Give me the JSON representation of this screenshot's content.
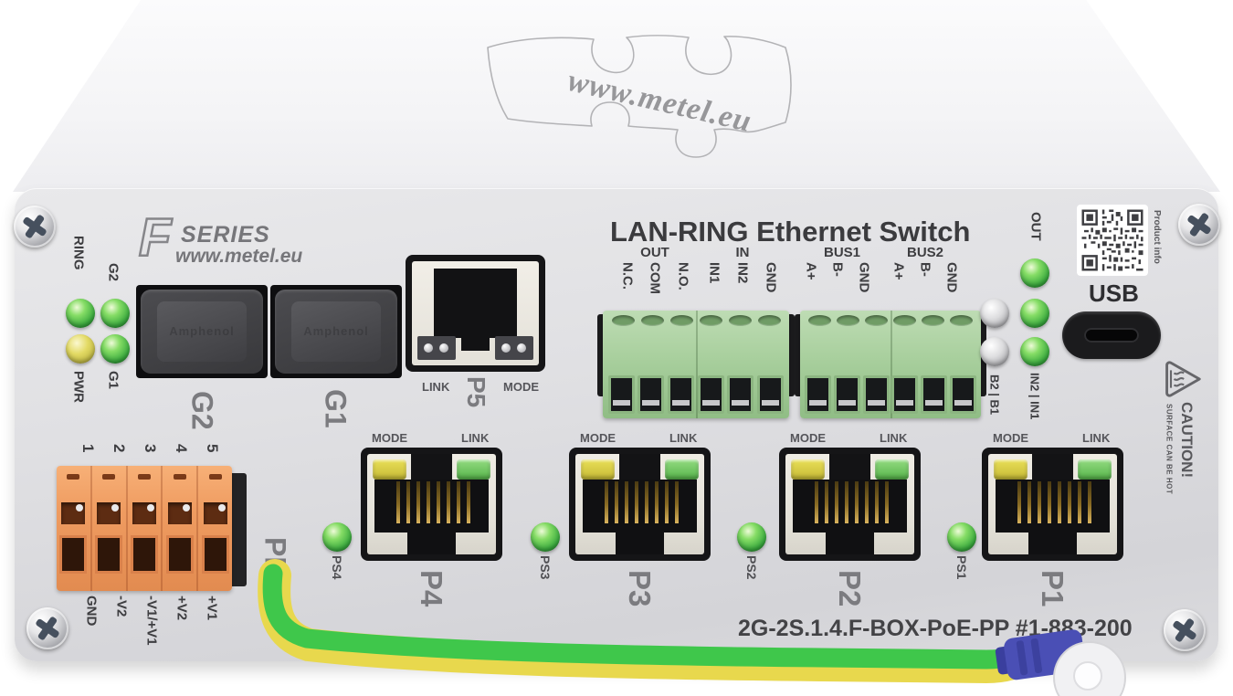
{
  "brand": {
    "top_logo": "www.metel.eu",
    "letter": "F",
    "series": "SERIES",
    "url": "www.metel.eu"
  },
  "title": "LAN-RING Ethernet Switch",
  "model": "2G-2S.1.4.F-BOX-PoE-PP  #1-883-200",
  "status_leds": {
    "ring": "RING",
    "g2": "G2",
    "pwr": "PWR",
    "g1": "G1"
  },
  "sfp": {
    "g2": "G2",
    "g1": "G1",
    "cover_text": "Amphenol"
  },
  "p5": {
    "label": "P5",
    "link": "LINK",
    "mode": "MODE"
  },
  "io": {
    "groups": [
      {
        "name": "OUT",
        "pins": [
          "N.C.",
          "COM",
          "N.O."
        ]
      },
      {
        "name": "IN",
        "pins": [
          "IN1",
          "IN2",
          "GND"
        ]
      },
      {
        "name": "BUS1",
        "pins": [
          "A+",
          "B-",
          "GND"
        ]
      },
      {
        "name": "BUS2",
        "pins": [
          "A+",
          "B-",
          "GND"
        ]
      }
    ]
  },
  "right_leds": {
    "out": "OUT",
    "left_col": "B2 | B1",
    "right_col": "IN2 | IN1"
  },
  "qr_label": "Product info",
  "usb_label": "USB",
  "caution": {
    "title": "CAUTION!",
    "sub": "SURFACE CAN BE HOT"
  },
  "power": {
    "pins": [
      "1",
      "2",
      "3",
      "4",
      "5"
    ],
    "labels": [
      "GND",
      "-V2",
      "-V1/+V1",
      "+V2",
      "+V1"
    ],
    "pe": "PE"
  },
  "ports": [
    {
      "label": "P4",
      "ps": "PS4",
      "mode": "MODE",
      "link": "LINK"
    },
    {
      "label": "P3",
      "ps": "PS3",
      "mode": "MODE",
      "link": "LINK"
    },
    {
      "label": "P2",
      "ps": "PS2",
      "mode": "MODE",
      "link": "LINK"
    },
    {
      "label": "P1",
      "ps": "PS1",
      "mode": "MODE",
      "link": "LINK"
    }
  ]
}
